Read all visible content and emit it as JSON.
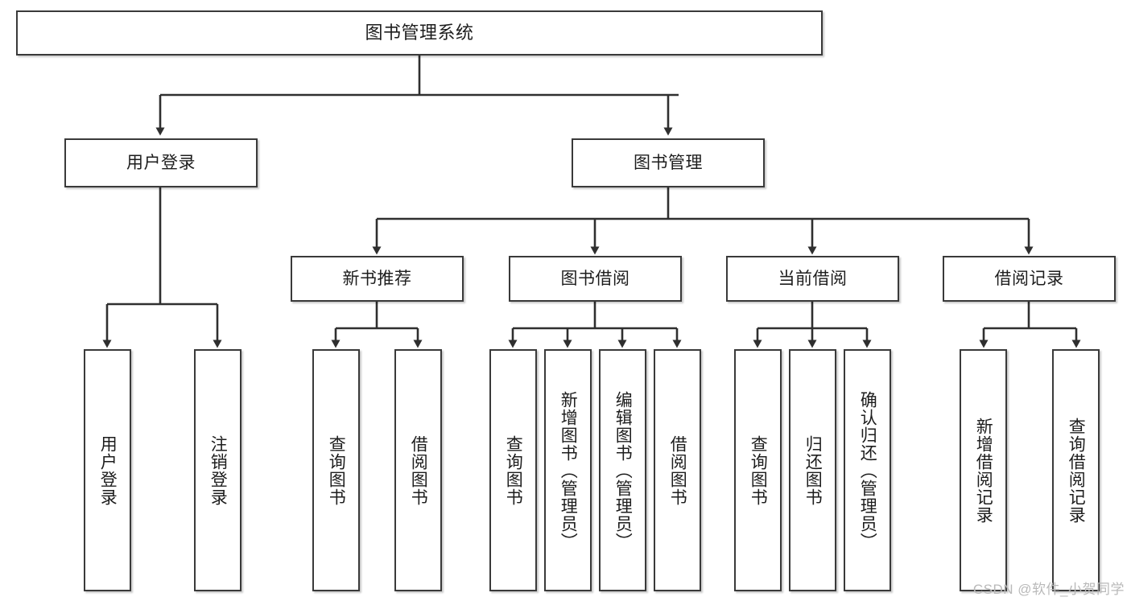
{
  "diagram": {
    "type": "tree",
    "title": "图书管理系统",
    "root": {
      "label": "图书管理系统"
    },
    "level1": [
      {
        "label": "用户登录"
      },
      {
        "label": "图书管理"
      }
    ],
    "level2": [
      {
        "label": "新书推荐"
      },
      {
        "label": "图书借阅"
      },
      {
        "label": "当前借阅"
      },
      {
        "label": "借阅记录"
      }
    ],
    "leaves": {
      "user_login": [
        {
          "label": "用户登录"
        },
        {
          "label": "注销登录"
        }
      ],
      "new_book": [
        {
          "label": "查询图书"
        },
        {
          "label": "借阅图书"
        }
      ],
      "borrow_book": [
        {
          "label": "查询图书"
        },
        {
          "label": "新增图书（管理员）"
        },
        {
          "label": "编辑图书（管理员）"
        },
        {
          "label": "借阅图书"
        }
      ],
      "current_borrow": [
        {
          "label": "查询图书"
        },
        {
          "label": "归还图书"
        },
        {
          "label": "确认归还（管理员）"
        }
      ],
      "borrow_record": [
        {
          "label": "新增借阅记录"
        },
        {
          "label": "查询借阅记录"
        }
      ]
    }
  },
  "watermark": {
    "text": "CSDN @软件_小贺同学"
  },
  "colors": {
    "border": "#3a3a3a",
    "text": "#1d1d1d",
    "background": "#ffffff",
    "watermark": "#b9b9b9"
  }
}
